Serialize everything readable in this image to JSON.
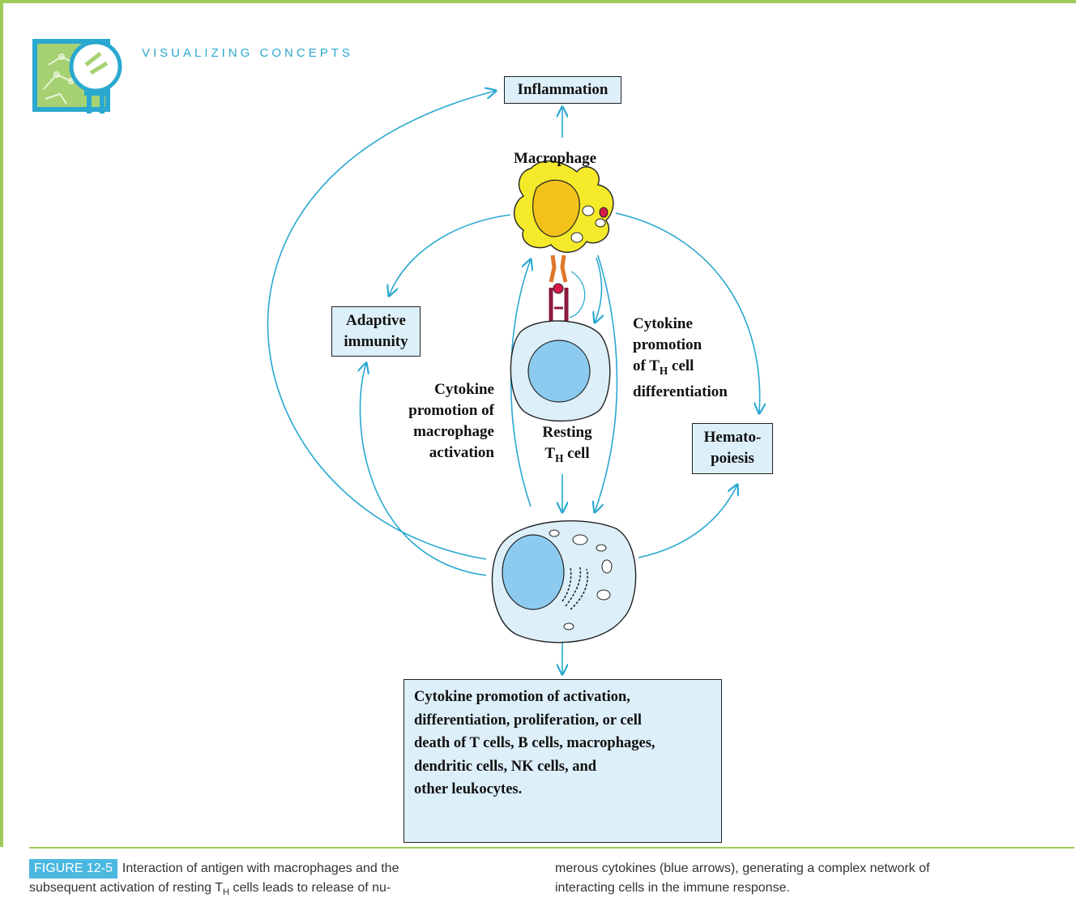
{
  "header": {
    "title": "VISUALIZING CONCEPTS",
    "logo_icon": "magnifier-network-icon"
  },
  "diagram": {
    "inflammation": "Inflammation",
    "macrophage": "Macrophage",
    "adaptive_line1": "Adaptive",
    "adaptive_line2": "immunity",
    "hemato_line1": "Hemato-",
    "hemato_line2": "poiesis",
    "cyto_left_line1": "Cytokine",
    "cyto_left_line2": "promotion of",
    "cyto_left_line3": "macrophage",
    "cyto_left_line4": "activation",
    "resting_line1": "Resting",
    "resting_T": "T",
    "resting_sub": "H",
    "resting_cell": " cell",
    "cyto_right_line1": "Cytokine",
    "cyto_right_line2": "promotion",
    "cyto_right_of": "of T",
    "cyto_right_sub": "H",
    "cyto_right_cell": " cell",
    "cyto_right_line4": "differentiation",
    "output_lines": [
      "Cytokine promotion of activation,",
      "differentiation, proliferation, or cell",
      "death of T cells, B cells, macrophages,",
      "dendritic cells, NK cells, and",
      "other leukocytes."
    ],
    "colors": {
      "arrow": "#2aa8d0",
      "box_fill": "#ddf0fa",
      "macrophage": "#f5ea2a",
      "nucleus": "#8ccbef",
      "frame": "#9ccd5a"
    }
  },
  "caption": {
    "figure_tag": "FIGURE 12-5",
    "left_text_a": "Interaction of antigen with macrophages and the",
    "left_text_b": "subsequent activation of resting T",
    "left_sub": "H",
    "left_text_c": " cells leads to release of nu-",
    "right_line1": "merous cytokines (blue arrows), generating a complex network of",
    "right_line2": "interacting cells in the immune response."
  }
}
